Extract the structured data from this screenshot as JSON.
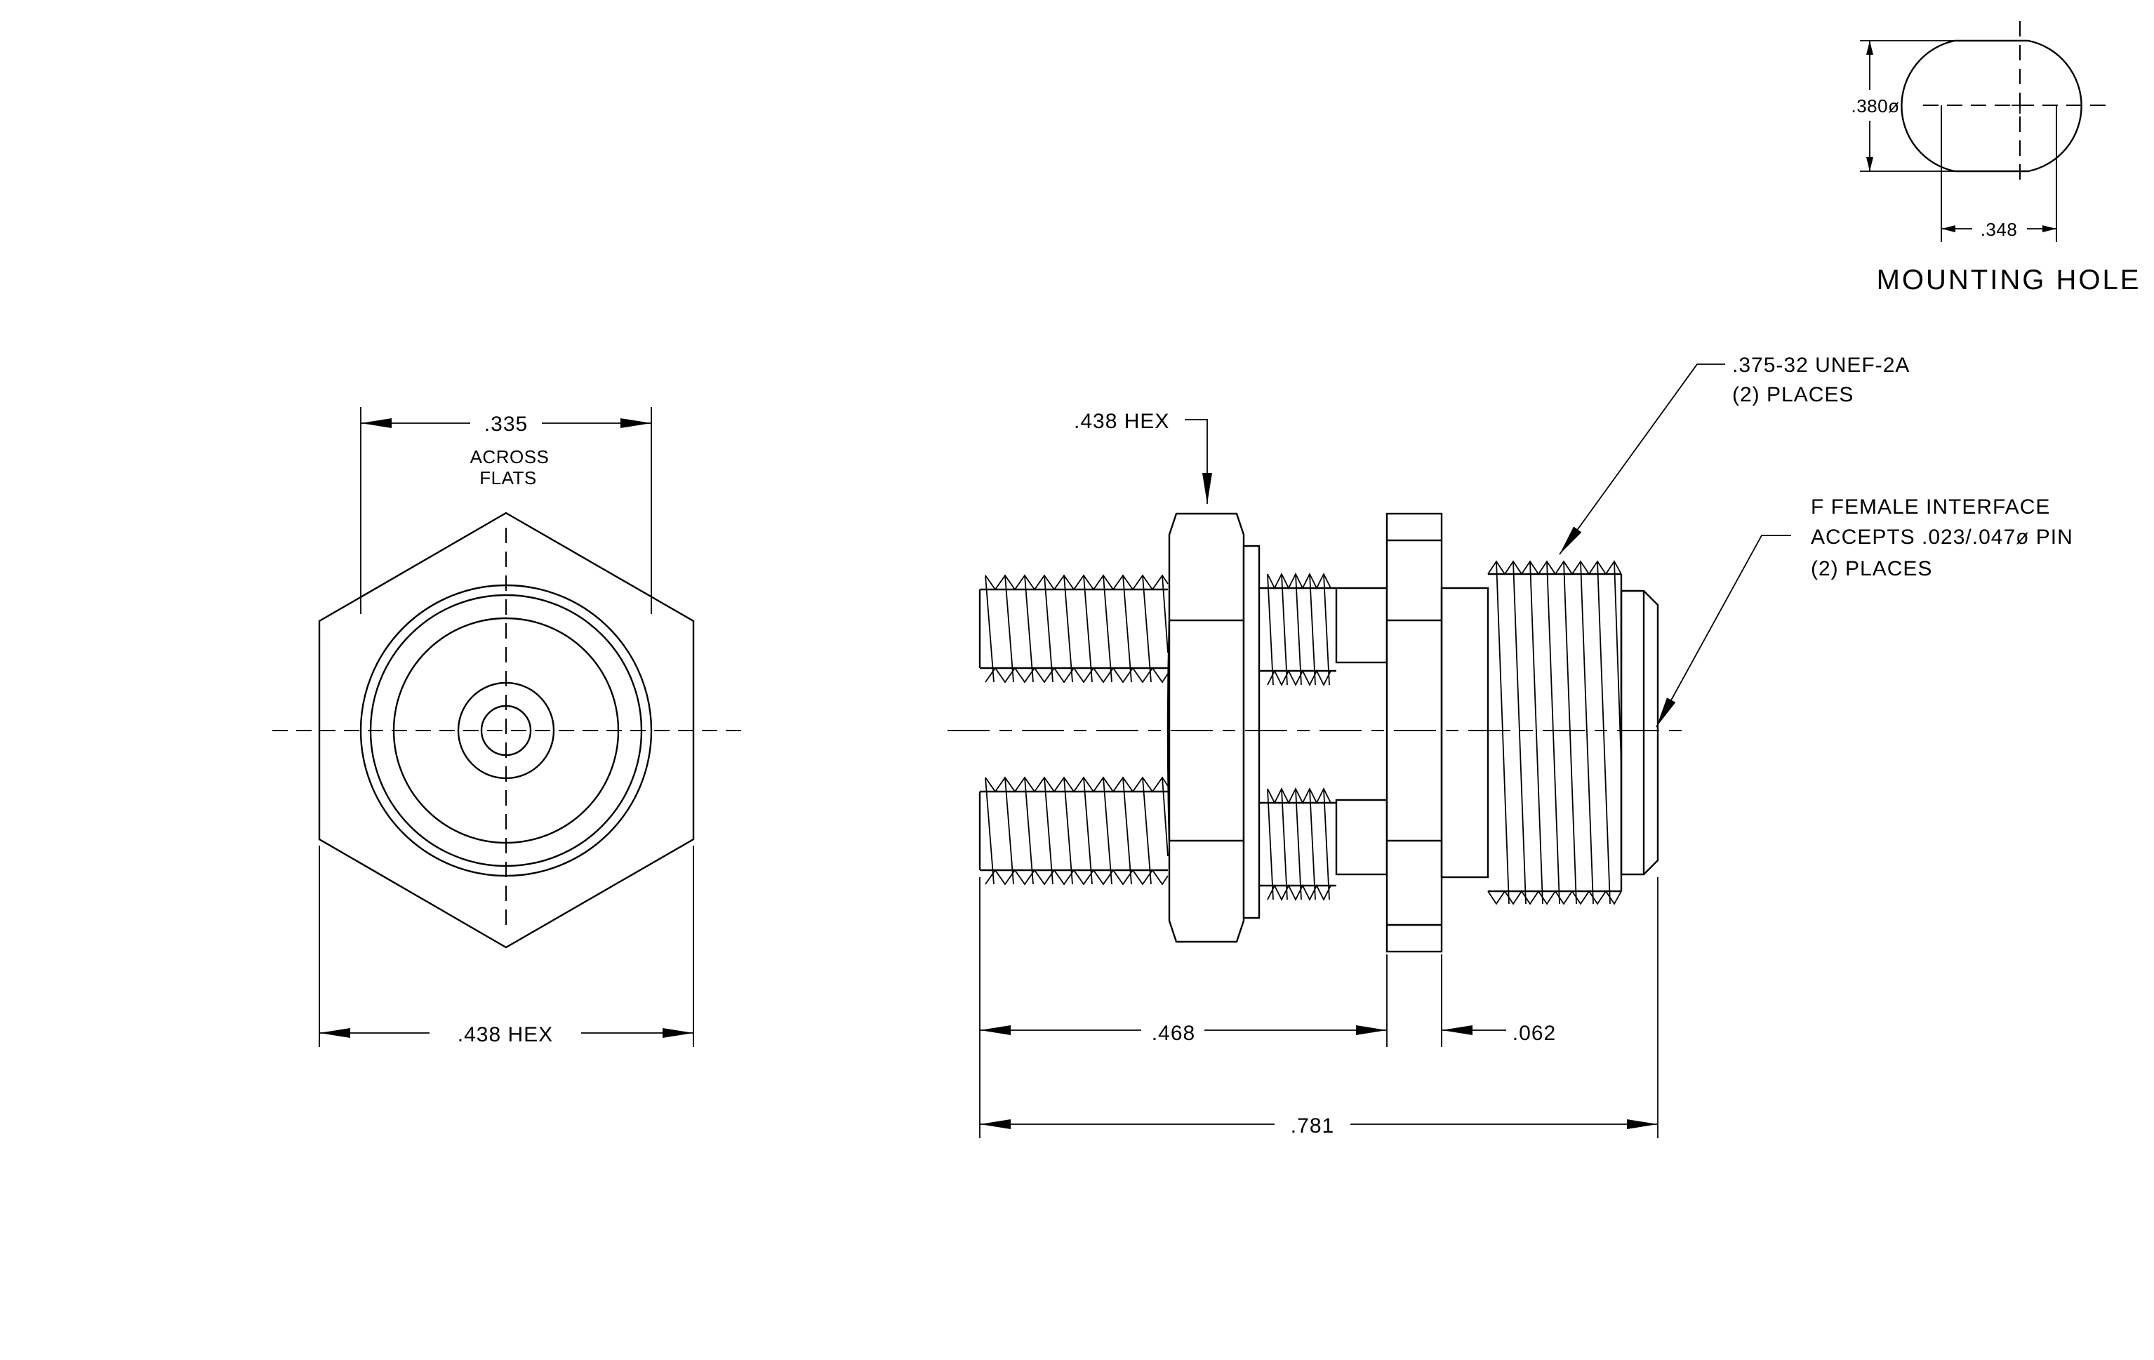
{
  "front_view": {
    "across_flats_value": ".335",
    "across_flats_note_1": "ACROSS",
    "across_flats_note_2": "FLATS",
    "hex_width": ".438 HEX"
  },
  "side_view": {
    "hex_callout": ".438 HEX",
    "thread_callout_1": ".375-32 UNEF-2A",
    "thread_callout_2": "(2) PLACES",
    "interface_callout_1": "F FEMALE INTERFACE",
    "interface_callout_2": "ACCEPTS .023/.047ø PIN",
    "interface_callout_3": "(2) PLACES",
    "dim_left_length": ".468",
    "dim_flange": ".062",
    "dim_overall": ".781"
  },
  "mounting_hole": {
    "diameter": ".380ø",
    "flat_width": ".348",
    "label": "MOUNTING HOLE"
  }
}
